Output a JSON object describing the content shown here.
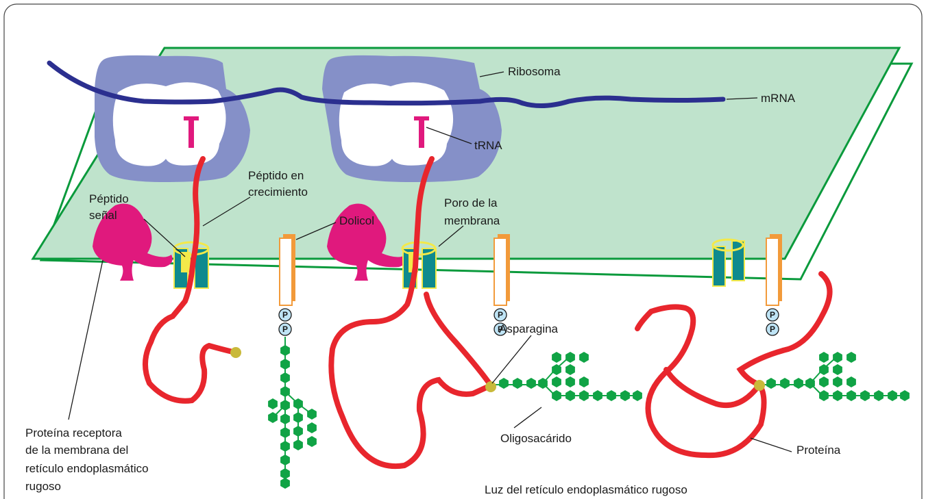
{
  "labels": {
    "ribosoma": "Ribosoma",
    "mrna": "mRNA",
    "trna": "tRNA",
    "peptido_crec_1": "Péptido en",
    "peptido_crec_2": "crecimiento",
    "peptido_senal_1": "Péptido",
    "peptido_senal_2": "señal",
    "dolicol": "Dolicol",
    "poro_1": "Poro de la",
    "poro_2": "membrana",
    "asparagina": "Asparagina",
    "oligosacarido": "Oligosacárido",
    "proteina": "Proteína",
    "receptor_1": "Proteína receptora",
    "receptor_2": "de la membrana del",
    "receptor_3": "retículo endoplasmático",
    "receptor_4": "rugoso",
    "luz": "Luz del retículo endoplasmático rugoso",
    "phosphate": "P"
  },
  "colors": {
    "membrane_fill": "#bfe3cc",
    "membrane_edge": "#0a9a3c",
    "ribosome": "#8590c8",
    "mrna": "#2b2f8f",
    "trna": "#e0197d",
    "chain": "#e8262d",
    "sugar": "#10a345",
    "asparagine": "#c9b93a",
    "pore": "#0f8a8e",
    "pore_rim": "#f3e94a",
    "dolichol": "#f29a3a",
    "phosphate": "#bfe4f5",
    "receptor": "#e0197d"
  }
}
